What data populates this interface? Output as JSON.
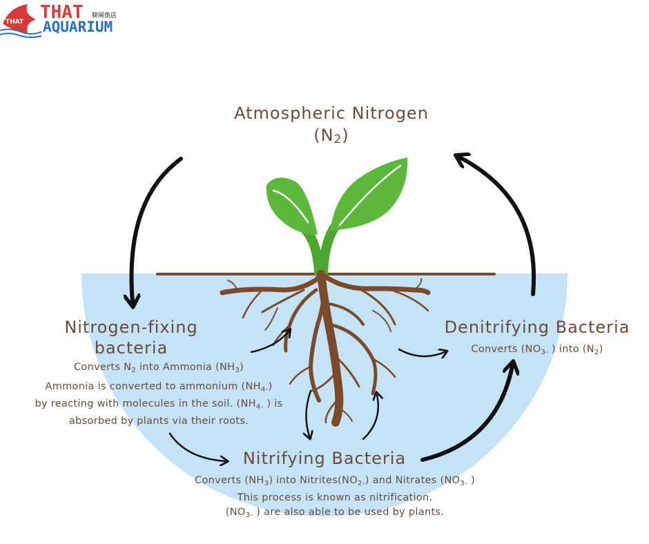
{
  "logo": {
    "line1": "THAT",
    "line2": "AQUARIUM",
    "chinese": "聊闽鱼店"
  },
  "atmospheric": {
    "title": "Atmospheric Nitrogen",
    "formula_pre": "(N",
    "formula_sub": "2",
    "formula_post": ")"
  },
  "fixing": {
    "title_line1": "Nitrogen-fixing",
    "title_line2": "bacteria",
    "converts_pre": "Converts N",
    "converts_sub": "2",
    "converts_mid": " into Ammonia (NH",
    "converts_sub2": "3",
    "converts_post": ")",
    "line2_pre": "Ammonia is converted to ammonium (NH",
    "line2_sub": "4-",
    "line2_post": ")",
    "line3_pre": "by reacting with molecules in the soil. (NH",
    "line3_sub": "4-",
    "line3_post": " ) is",
    "line4": "absorbed by plants via their roots."
  },
  "denitrifying": {
    "title": "Denitrifying Bacteria",
    "converts_pre": "Converts (NO",
    "converts_sub": "3-",
    "converts_mid": " ) into (N",
    "converts_sub2": "2",
    "converts_post": ")"
  },
  "nitrifying": {
    "title": "Nitrifying Bacteria",
    "line1_pre": "Converts (NH",
    "line1_sub": "3",
    "line1_mid": ")  into Nitrites(NO",
    "line1_sub2": "2-",
    "line1_mid2": ") and Nitrates (NO",
    "line1_sub3": "3-",
    "line1_post": " )",
    "line2": "This process is known as nitrification.",
    "line3_pre": "(NO",
    "line3_sub": "3-",
    "line3_post": " ) are also able to be used by plants."
  },
  "colors": {
    "soil": "#c5e3f6",
    "root": "#7a4a2a",
    "leaf": "#5cb83a",
    "stem": "#4ea52f",
    "arrow": "#111111",
    "text": "#6b4a3a"
  }
}
